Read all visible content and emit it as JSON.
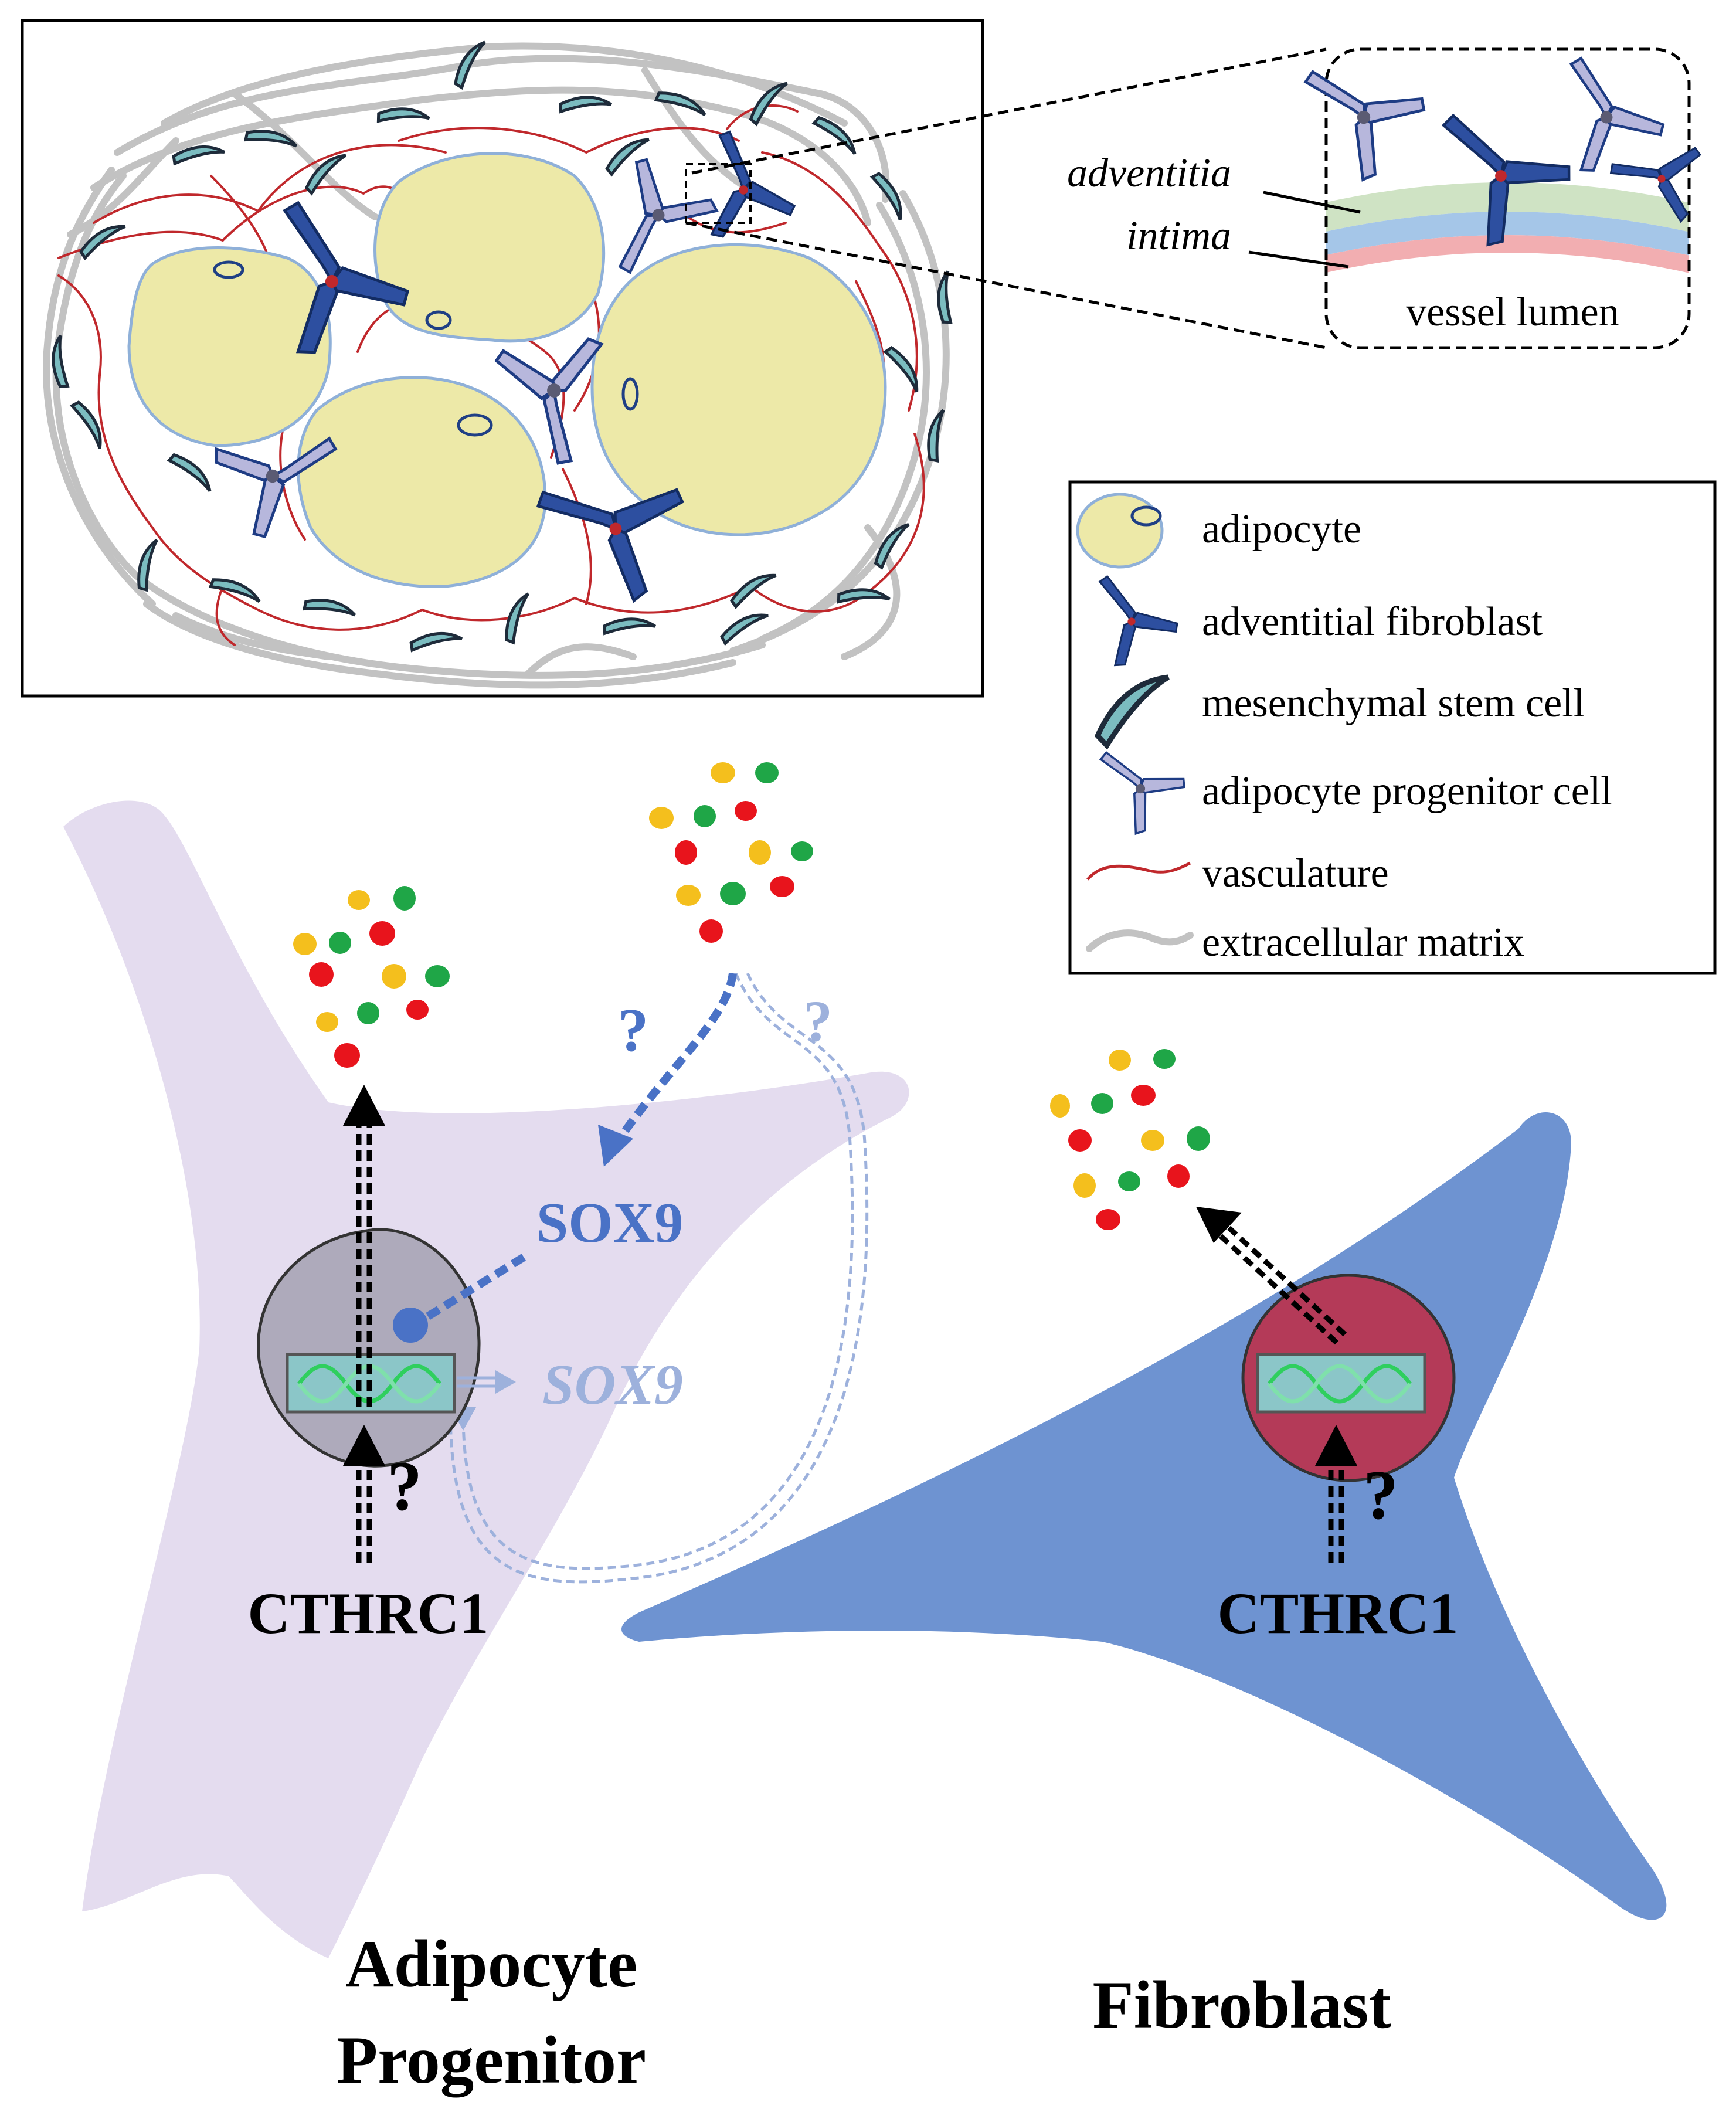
{
  "inset": {
    "adventitia_label": "adventitia",
    "intima_label": "intima",
    "lumen_label": "vessel lumen"
  },
  "legend": {
    "items": [
      {
        "icon": "adipocyte-icon",
        "label": "adipocyte"
      },
      {
        "icon": "adventitial-fibroblast-icon",
        "label": "adventitial fibroblast"
      },
      {
        "icon": "mesenchymal-stem-cell-icon",
        "label": "mesenchymal stem cell"
      },
      {
        "icon": "adipocyte-progenitor-icon",
        "label": "adipocyte progenitor cell"
      },
      {
        "icon": "vasculature-icon",
        "label": "vasculature"
      },
      {
        "icon": "extracellular-matrix-icon",
        "label": "extracellular matrix"
      }
    ]
  },
  "progenitor": {
    "sox9_protein": "SOX9",
    "sox9_gene": "SOX9",
    "cthrc1": "CTHRC1",
    "question_nucleus": "?",
    "question_left": "?",
    "question_right": "?",
    "title_line1": "Adipocyte",
    "title_line2": "Progenitor"
  },
  "fibroblast": {
    "cthrc1": "CTHRC1",
    "question": "?",
    "title": "Fibroblast"
  },
  "colors": {
    "adipocyte_fill": "#ede9a8",
    "adipocyte_outline": "#8fb0d8",
    "fibroblast_blue": "#2d4fa0",
    "progenitor_lavender": "#b7b7dc",
    "msc_teal": "#7bbcc0",
    "vasculature_red": "#c0282c",
    "ecm_grey": "#c2c2c2",
    "progenitor_cell_fill": "#e4dcef",
    "fibroblast_cell_fill": "#6e93d1",
    "sox9_blue": "#4a72c6",
    "sox9_light": "#9db1dc",
    "nucleus_grey": "#aeaabb",
    "nucleus_red": "#b43a58",
    "dot_yellow": "#f4bf1d",
    "dot_green": "#1fa647",
    "dot_red": "#e8141c"
  }
}
